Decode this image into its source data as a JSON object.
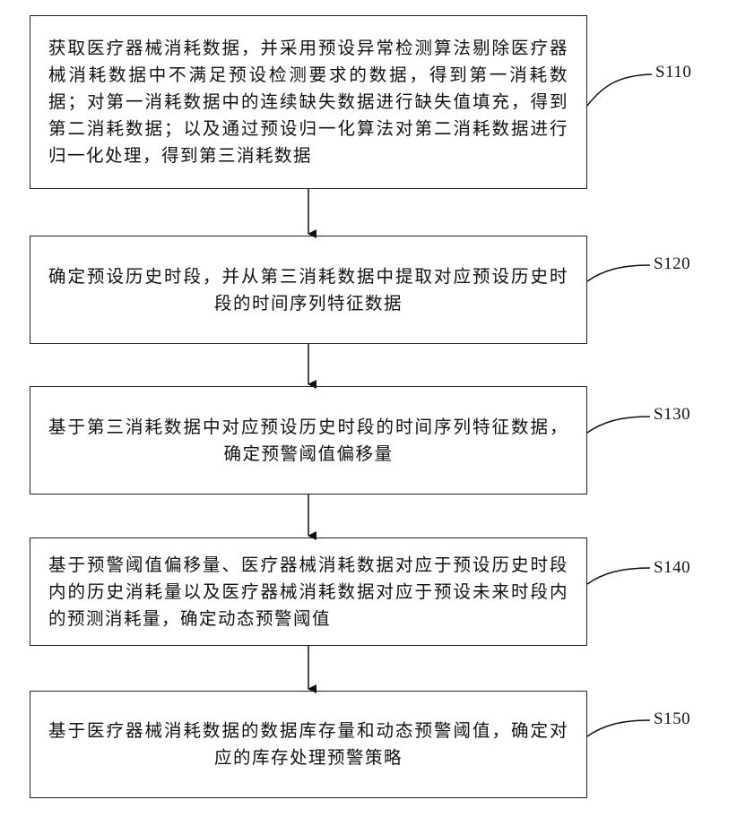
{
  "steps": [
    {
      "id": "S110",
      "text": "获取医疗器械消耗数据，并采用预设异常检测算法剔除医疗器械消耗数据中不满足预设检测要求的数据，得到第一消耗数据；对第一消耗数据中的连续缺失数据进行缺失值填充，得到第二消耗数据；以及通过预设归一化算法对第二消耗数据进行归一化处理，得到第三消耗数据"
    },
    {
      "id": "S120",
      "text": "确定预设历史时段，并从第三消耗数据中提取对应预设历史时段的时间序列特征数据"
    },
    {
      "id": "S130",
      "text": "基于第三消耗数据中对应预设历史时段的时间序列特征数据，确定预警阈值偏移量"
    },
    {
      "id": "S140",
      "text": "基于预警阈值偏移量、医疗器械消耗数据对应于预设历史时段内的历史消耗量以及医疗器械消耗数据对应于预设未来时段内的预测消耗量，确定动态预警阈值"
    },
    {
      "id": "S150",
      "text": "基于医疗器械消耗数据的数据库存量和动态预警阈值，确定对应的库存处理预警策略"
    }
  ]
}
